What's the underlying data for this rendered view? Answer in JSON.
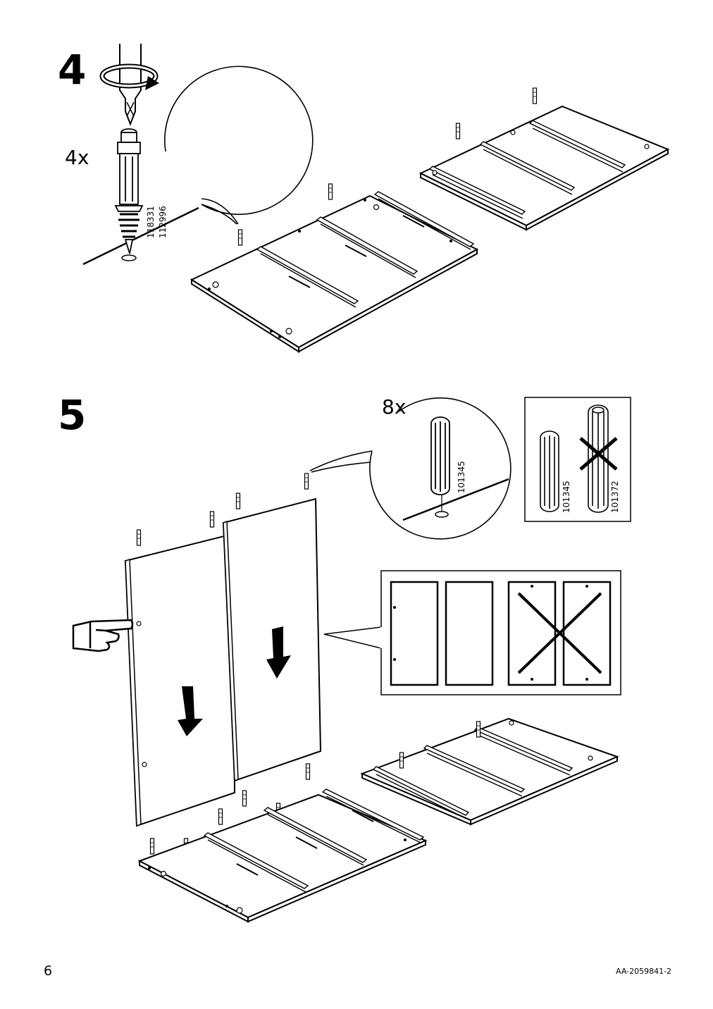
{
  "steps": [
    {
      "number": "4",
      "quantity": "4x",
      "parts": [
        "118331",
        "112996"
      ]
    },
    {
      "number": "5",
      "quantity": "8x",
      "parts": [
        "101345"
      ],
      "compare_parts": [
        "101345",
        "101372"
      ]
    }
  ],
  "footer": {
    "page_number": "6",
    "doc_code": "AA-2059841-2"
  },
  "icons": [
    "screwdriver-icon",
    "rotation-arrow-icon",
    "cam-dowel-icon",
    "wood-dowel-icon",
    "pointing-hand-icon",
    "down-arrow-icon",
    "cross-mark-icon"
  ]
}
